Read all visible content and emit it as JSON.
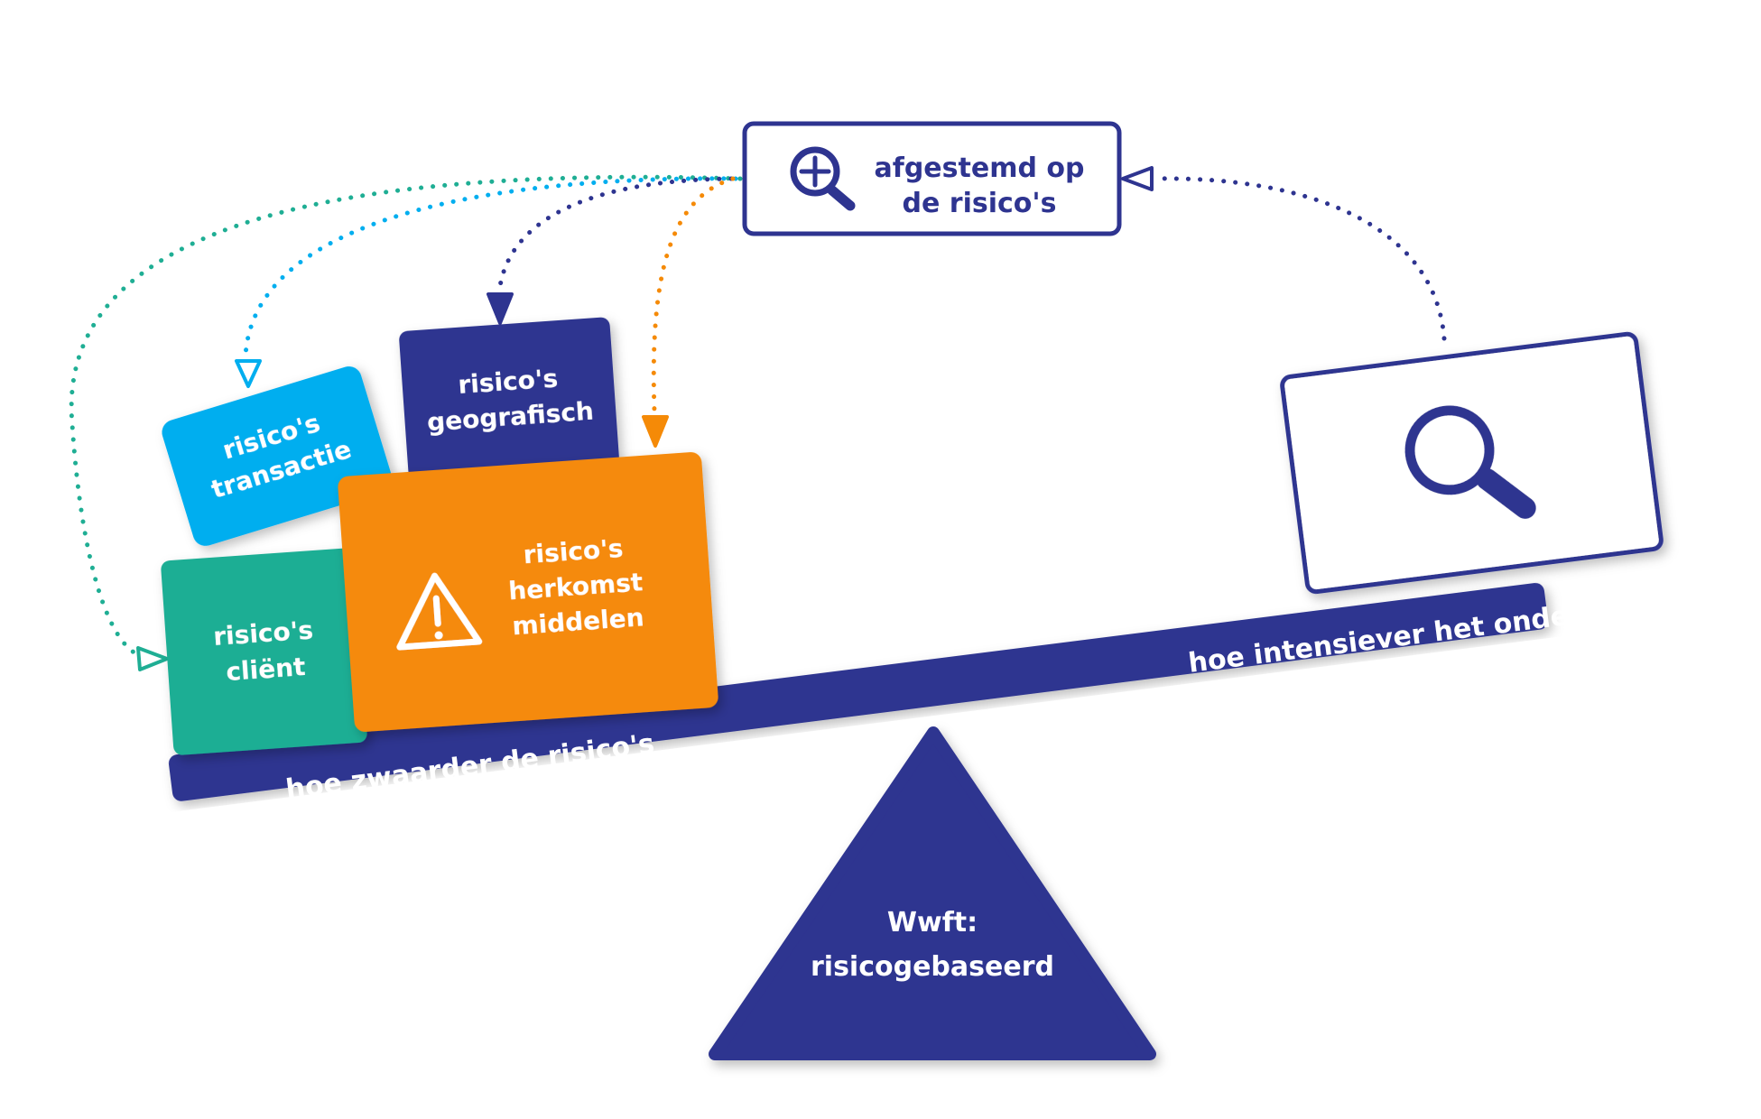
{
  "colors": {
    "navy": "#2e3490",
    "light_blue": "#00aeef",
    "teal": "#1fae94",
    "orange": "#f58a07",
    "white": "#ffffff"
  },
  "top_box": {
    "icon": "zoom-in-icon",
    "line1": "afgestemd op",
    "line2": "de risico's"
  },
  "blocks": {
    "transactie": {
      "line1": "risico's",
      "line2": "transactie"
    },
    "geografisch": {
      "line1": "risico's",
      "line2": "geografisch"
    },
    "client": {
      "line1": "risico's",
      "line2": "cliënt"
    },
    "herkomst": {
      "icon": "warning-icon",
      "line1": "risico's",
      "line2": "herkomst",
      "line3": "middelen"
    }
  },
  "beam": {
    "left_label": "hoe zwaarder de risico's",
    "right_label": "hoe intensiever het onderzoek"
  },
  "right_box": {
    "icon": "magnifier-icon"
  },
  "fulcrum": {
    "line1": "Wwft:",
    "line2": "risicogebaseerd"
  }
}
